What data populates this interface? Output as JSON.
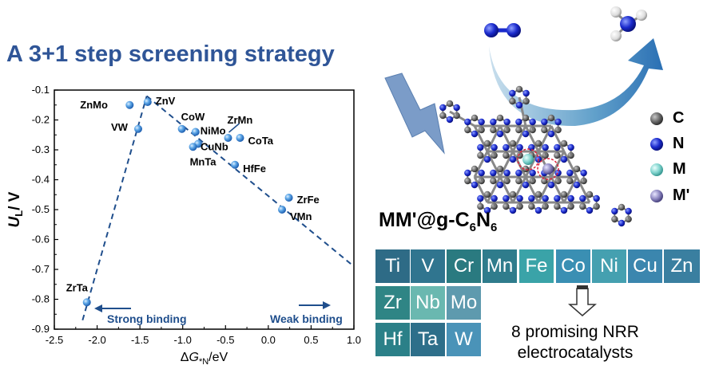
{
  "headline": "A 3+1 step screening strategy",
  "chart_data": {
    "type": "scatter",
    "xlabel": "ΔG*N/eV",
    "ylabel": "UL/ V",
    "xlim": [
      -2.5,
      1.0
    ],
    "ylim": [
      -0.9,
      -0.1
    ],
    "xticks": [
      "-2.5",
      "-2.0",
      "-1.5",
      "-1.0",
      "-0.5",
      "0.0",
      "0.5",
      "1.0"
    ],
    "yticks": [
      "-0.1",
      "-0.2",
      "-0.3",
      "-0.4",
      "-0.5",
      "-0.6",
      "-0.7",
      "-0.8",
      "-0.9"
    ],
    "grid": false,
    "points": [
      {
        "label": "ZrTa",
        "x": -2.12,
        "y": -0.81
      },
      {
        "label": "VW",
        "x": -1.52,
        "y": -0.23
      },
      {
        "label": "ZnMo",
        "x": -1.62,
        "y": -0.15
      },
      {
        "label": "ZnV",
        "x": -1.41,
        "y": -0.14
      },
      {
        "label": "CoW",
        "x": -1.01,
        "y": -0.23
      },
      {
        "label": "NiMo",
        "x": -0.85,
        "y": -0.24
      },
      {
        "label": "ZrMn",
        "x": -0.47,
        "y": -0.26
      },
      {
        "label": "CoTa",
        "x": -0.33,
        "y": -0.26
      },
      {
        "label": "CuNb",
        "x": -0.82,
        "y": -0.28
      },
      {
        "label": "MnTa",
        "x": -0.88,
        "y": -0.29
      },
      {
        "label": "HfFe",
        "x": -0.39,
        "y": -0.35
      },
      {
        "label": "ZrFe",
        "x": 0.24,
        "y": -0.46
      },
      {
        "label": "VMn",
        "x": 0.16,
        "y": -0.5
      }
    ],
    "fit_lines": [
      {
        "x": [
          -2.17,
          -1.42
        ],
        "y": [
          -0.87,
          -0.12
        ]
      },
      {
        "x": [
          -1.42,
          1.0
        ],
        "y": [
          -0.12,
          -0.69
        ]
      }
    ],
    "annotations": [
      {
        "text": "Strong binding",
        "arrow": "left"
      },
      {
        "text": "Weak binding",
        "arrow": "right"
      }
    ]
  },
  "structure": {
    "label_main": "MM'@g-C",
    "sub1": "6",
    "label_mid": "N",
    "sub2": "6"
  },
  "atom_legend": [
    {
      "symbol": "C",
      "color": "#5a5a5a"
    },
    {
      "symbol": "N",
      "color": "#1a2acc"
    },
    {
      "symbol": "M",
      "color": "#7fd3cd"
    },
    {
      "symbol": "M'",
      "color": "#8c86c0"
    }
  ],
  "tiles": [
    {
      "el": "Ti",
      "color": "#2e6b86"
    },
    {
      "el": "V",
      "color": "#30758f"
    },
    {
      "el": "Cr",
      "color": "#2a7a80"
    },
    {
      "el": "Mn",
      "color": "#2f7c8c"
    },
    {
      "el": "Fe",
      "color": "#3aa3a8"
    },
    {
      "el": "Co",
      "color": "#3a8fb3"
    },
    {
      "el": "Ni",
      "color": "#45a0b0"
    },
    {
      "el": "Cu",
      "color": "#3b86ae"
    },
    {
      "el": "Zn",
      "color": "#3a7fa0"
    },
    {
      "el": "Zr",
      "color": "#2f8585"
    },
    {
      "el": "Nb",
      "color": "#6ab8b0"
    },
    {
      "el": "Mo",
      "color": "#5e9aae"
    },
    {
      "el": "Hf",
      "color": "#2b8088"
    },
    {
      "el": "Ta",
      "color": "#2e6f8a"
    },
    {
      "el": "W",
      "color": "#4a93b8"
    }
  ],
  "result_text_1": "8 promising NRR",
  "result_text_2": "electrocatalysts"
}
